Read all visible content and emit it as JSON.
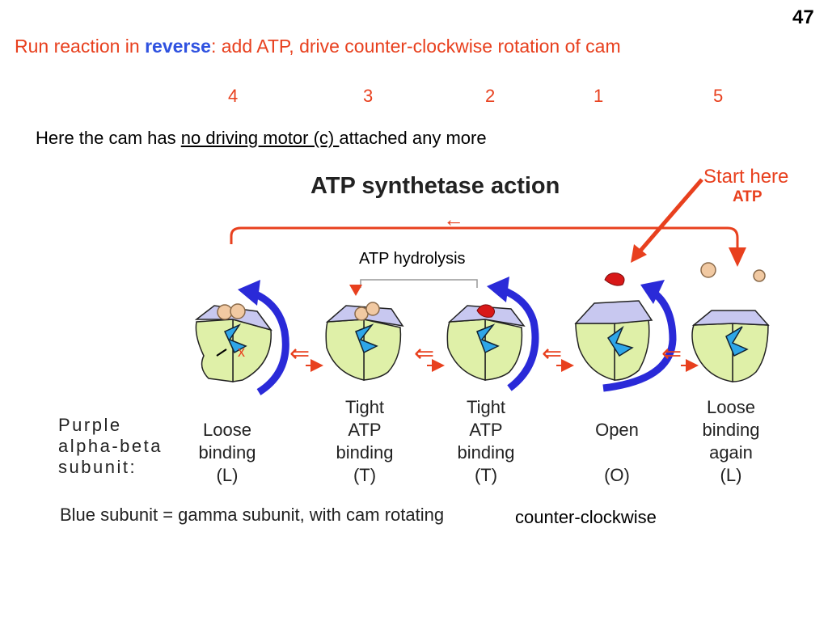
{
  "slide_number": "47",
  "title": {
    "prefix": "Run reaction in ",
    "keyword": "reverse",
    "suffix": ": add ATP, drive counter-clockwise rotation of cam"
  },
  "step_numbers": [
    "4",
    "3",
    "2",
    "1",
    "5"
  ],
  "subtitle": {
    "prefix": "Here the cam has ",
    "underlined": "no driving motor (c) ",
    "suffix": " attached any more"
  },
  "diagram": {
    "title": "ATP synthetase action",
    "start_label": "Start here",
    "start_atp": "ATP",
    "hydrolysis_label": "ATP hydrolysis",
    "x_mark": "x",
    "back_arrow_glyph": "←",
    "step_arrow_glyph": "⇐",
    "stages": [
      {
        "lines": [
          "Loose",
          "binding",
          "(L)"
        ]
      },
      {
        "lines": [
          "Tight",
          "ATP",
          "binding",
          "(T)"
        ]
      },
      {
        "lines": [
          "Tight",
          "ATP",
          "binding",
          "(T)"
        ]
      },
      {
        "lines": [
          "Open",
          "",
          "(O)"
        ]
      },
      {
        "lines": [
          "Loose",
          "binding",
          "again",
          "(L)"
        ]
      }
    ]
  },
  "subunit_label": [
    "Purple",
    "alpha-beta",
    "subunit:"
  ],
  "blue_subunit_note": "Blue subunit = gamma subunit, with cam rotating",
  "rotation_direction": "counter-clockwise",
  "colors": {
    "accent_red": "#e8401e",
    "keyword_blue": "#2f52e0",
    "rotation_arrow": "#2a2ad8",
    "green_subunit": "#dff0a8",
    "purple_subunit": "#c8c8f0",
    "gamma_cam": "#2ea6e8",
    "atp_red": "#d81818"
  },
  "icons": [
    "rotation-arrow-icon",
    "step-arrow-icon",
    "start-pointer-arrow-icon",
    "cycle-return-arrow-icon"
  ]
}
